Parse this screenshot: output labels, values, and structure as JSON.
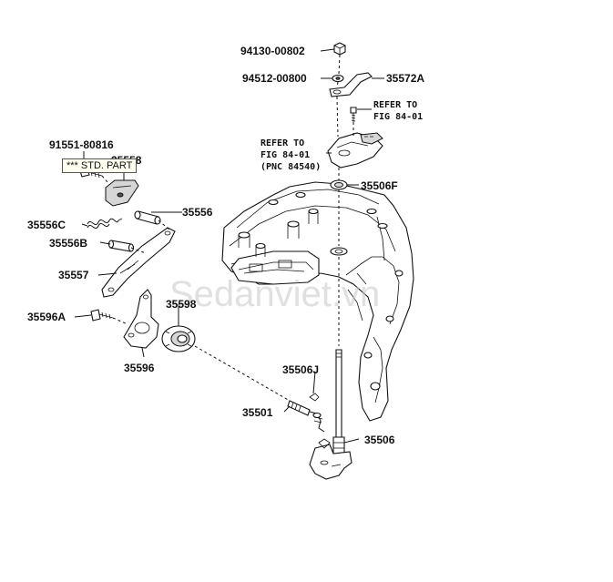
{
  "parts": [
    {
      "id": "p_94130",
      "label": "94130-00802"
    },
    {
      "id": "p_94512",
      "label": "94512-00800"
    },
    {
      "id": "p_35572A",
      "label": "35572A"
    },
    {
      "id": "p_91551",
      "label": "91551-80816"
    },
    {
      "id": "p_35558",
      "label": "35558"
    },
    {
      "id": "p_35556",
      "label": "35556"
    },
    {
      "id": "p_35556C",
      "label": "35556C"
    },
    {
      "id": "p_35556B",
      "label": "35556B"
    },
    {
      "id": "p_35557",
      "label": "35557"
    },
    {
      "id": "p_35596A",
      "label": "35596A"
    },
    {
      "id": "p_35598",
      "label": "35598"
    },
    {
      "id": "p_35596",
      "label": "35596"
    },
    {
      "id": "p_35506F",
      "label": "35506F"
    },
    {
      "id": "p_35506J",
      "label": "35506J"
    },
    {
      "id": "p_35501",
      "label": "35501"
    },
    {
      "id": "p_35506",
      "label": "35506"
    }
  ],
  "references": {
    "ref_top": {
      "line1": "REFER TO",
      "line2": "FIG 84-01"
    },
    "ref_mid": {
      "line1": "REFER TO",
      "line2": "FIG 84-01",
      "line3": "(PNC 84540)"
    }
  },
  "std_part_tag": "*** STD. PART",
  "watermark": "Sedanviet.vn"
}
